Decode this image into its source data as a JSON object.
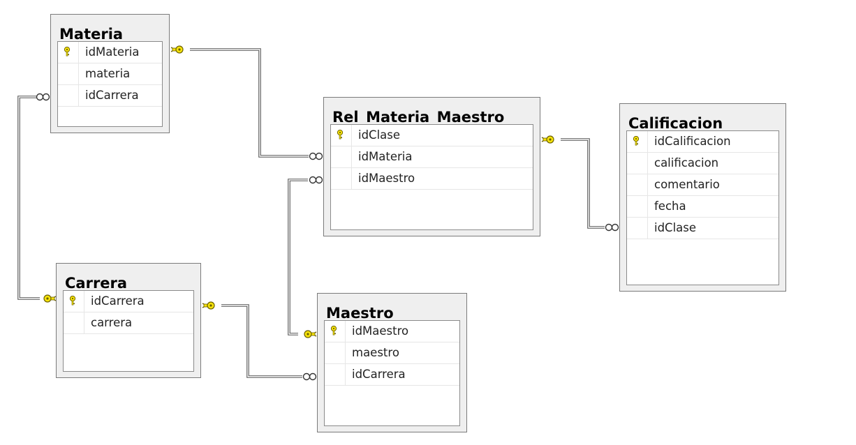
{
  "tables": {
    "materia": {
      "title": "Materia",
      "columns": [
        {
          "name": "idMateria",
          "pk": true
        },
        {
          "name": "materia",
          "pk": false
        },
        {
          "name": "idCarrera",
          "pk": false
        }
      ]
    },
    "rel": {
      "title": "Rel_Materia_Maestro",
      "columns": [
        {
          "name": "idClase",
          "pk": true
        },
        {
          "name": "idMateria",
          "pk": false
        },
        {
          "name": "idMaestro",
          "pk": false
        }
      ]
    },
    "calificacion": {
      "title": "Calificacion",
      "columns": [
        {
          "name": "idCalificacion",
          "pk": true
        },
        {
          "name": "calificacion",
          "pk": false
        },
        {
          "name": "comentario",
          "pk": false
        },
        {
          "name": "fecha",
          "pk": false
        },
        {
          "name": "idClase",
          "pk": false
        }
      ]
    },
    "carrera": {
      "title": "Carrera",
      "columns": [
        {
          "name": "idCarrera",
          "pk": true
        },
        {
          "name": "carrera",
          "pk": false
        }
      ]
    },
    "maestro": {
      "title": "Maestro",
      "columns": [
        {
          "name": "idMaestro",
          "pk": true
        },
        {
          "name": "maestro",
          "pk": false
        },
        {
          "name": "idCarrera",
          "pk": false
        }
      ]
    }
  },
  "relationships": [
    {
      "from": "Materia.idMateria",
      "to": "Rel_Materia_Maestro.idMateria",
      "type": "one-to-many"
    },
    {
      "from": "Carrera.idCarrera",
      "to": "Materia.idCarrera",
      "type": "one-to-many"
    },
    {
      "from": "Maestro.idMaestro",
      "to": "Rel_Materia_Maestro.idMaestro",
      "type": "one-to-many"
    },
    {
      "from": "Carrera.idCarrera",
      "to": "Maestro.idCarrera",
      "type": "one-to-many"
    },
    {
      "from": "Rel_Materia_Maestro.idClase",
      "to": "Calificacion.idClase",
      "type": "one-to-many"
    }
  ],
  "colors": {
    "key_fill": "#f6e30a",
    "key_outline": "#6b6000",
    "line": "#707070",
    "title_bar": "#efefef"
  },
  "icons": {
    "primary_key": "key-icon",
    "one_end": "key-connector-icon",
    "many_end": "infinity-connector-icon"
  }
}
